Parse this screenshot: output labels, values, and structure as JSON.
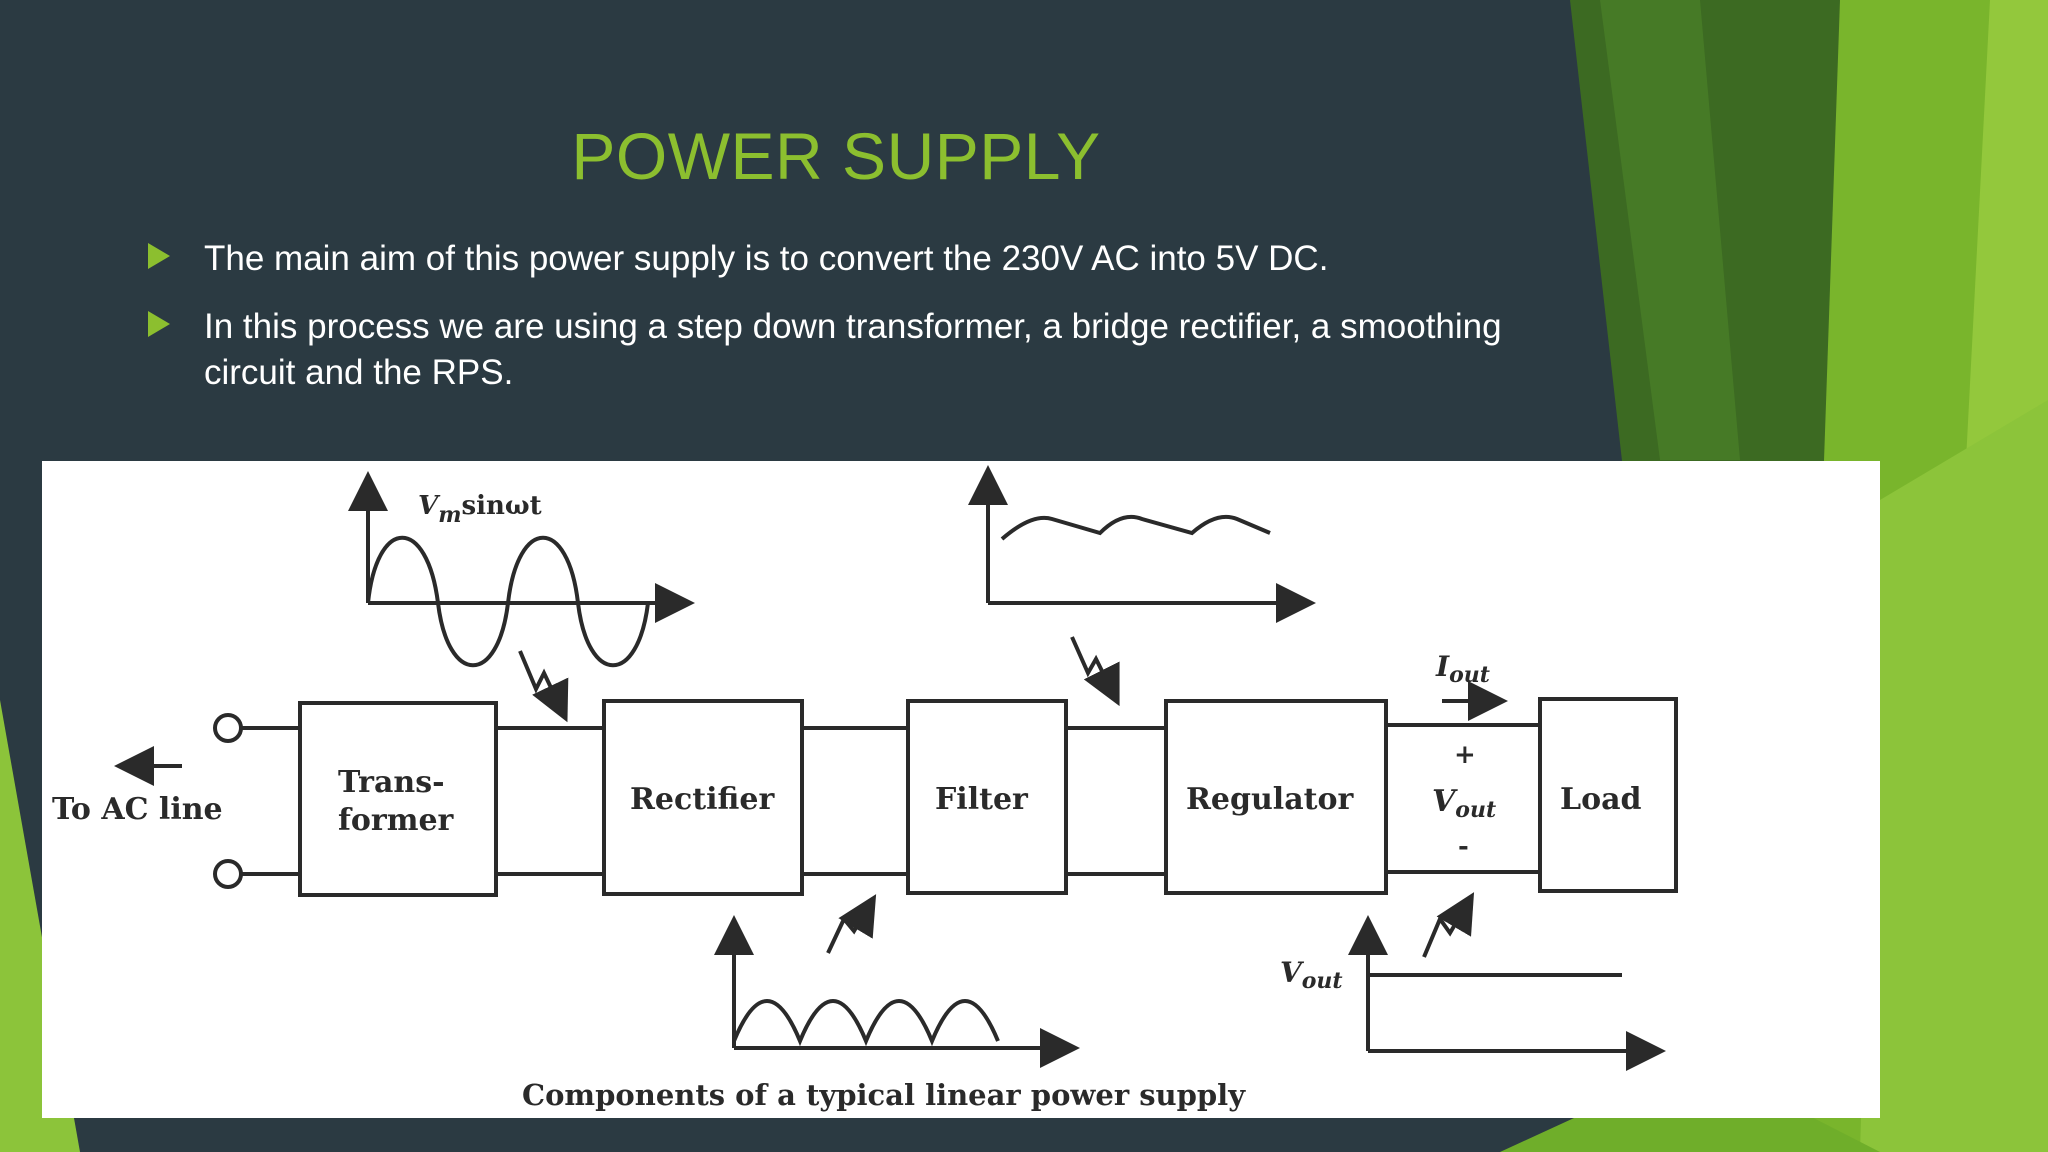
{
  "slide": {
    "title": "POWER SUPPLY",
    "bullets": [
      "The main aim of this power supply is to convert the 230V AC into 5V DC.",
      "In this process we are using a step down transformer, a bridge rectifier, a smoothing circuit and the RPS."
    ],
    "accent_color": "#8cbf2f",
    "background_color": "#2b3a42"
  },
  "diagram": {
    "blocks": {
      "transformer_line1": "Trans-",
      "transformer_line2": "former",
      "rectifier": "Rectifier",
      "filter": "Filter",
      "regulator": "Regulator",
      "load": "Load"
    },
    "input_label": "To AC line",
    "waveform_label_base": "V",
    "waveform_label_sub": "m",
    "waveform_label_rest": "sinωt",
    "iout_base": "I",
    "iout_sub": "out",
    "vout_base": "V",
    "vout_sub": "out",
    "plus": "+",
    "minus": "-",
    "vout_graph_base": "V",
    "vout_graph_sub": "out",
    "caption": "Components of a typical linear power supply"
  }
}
